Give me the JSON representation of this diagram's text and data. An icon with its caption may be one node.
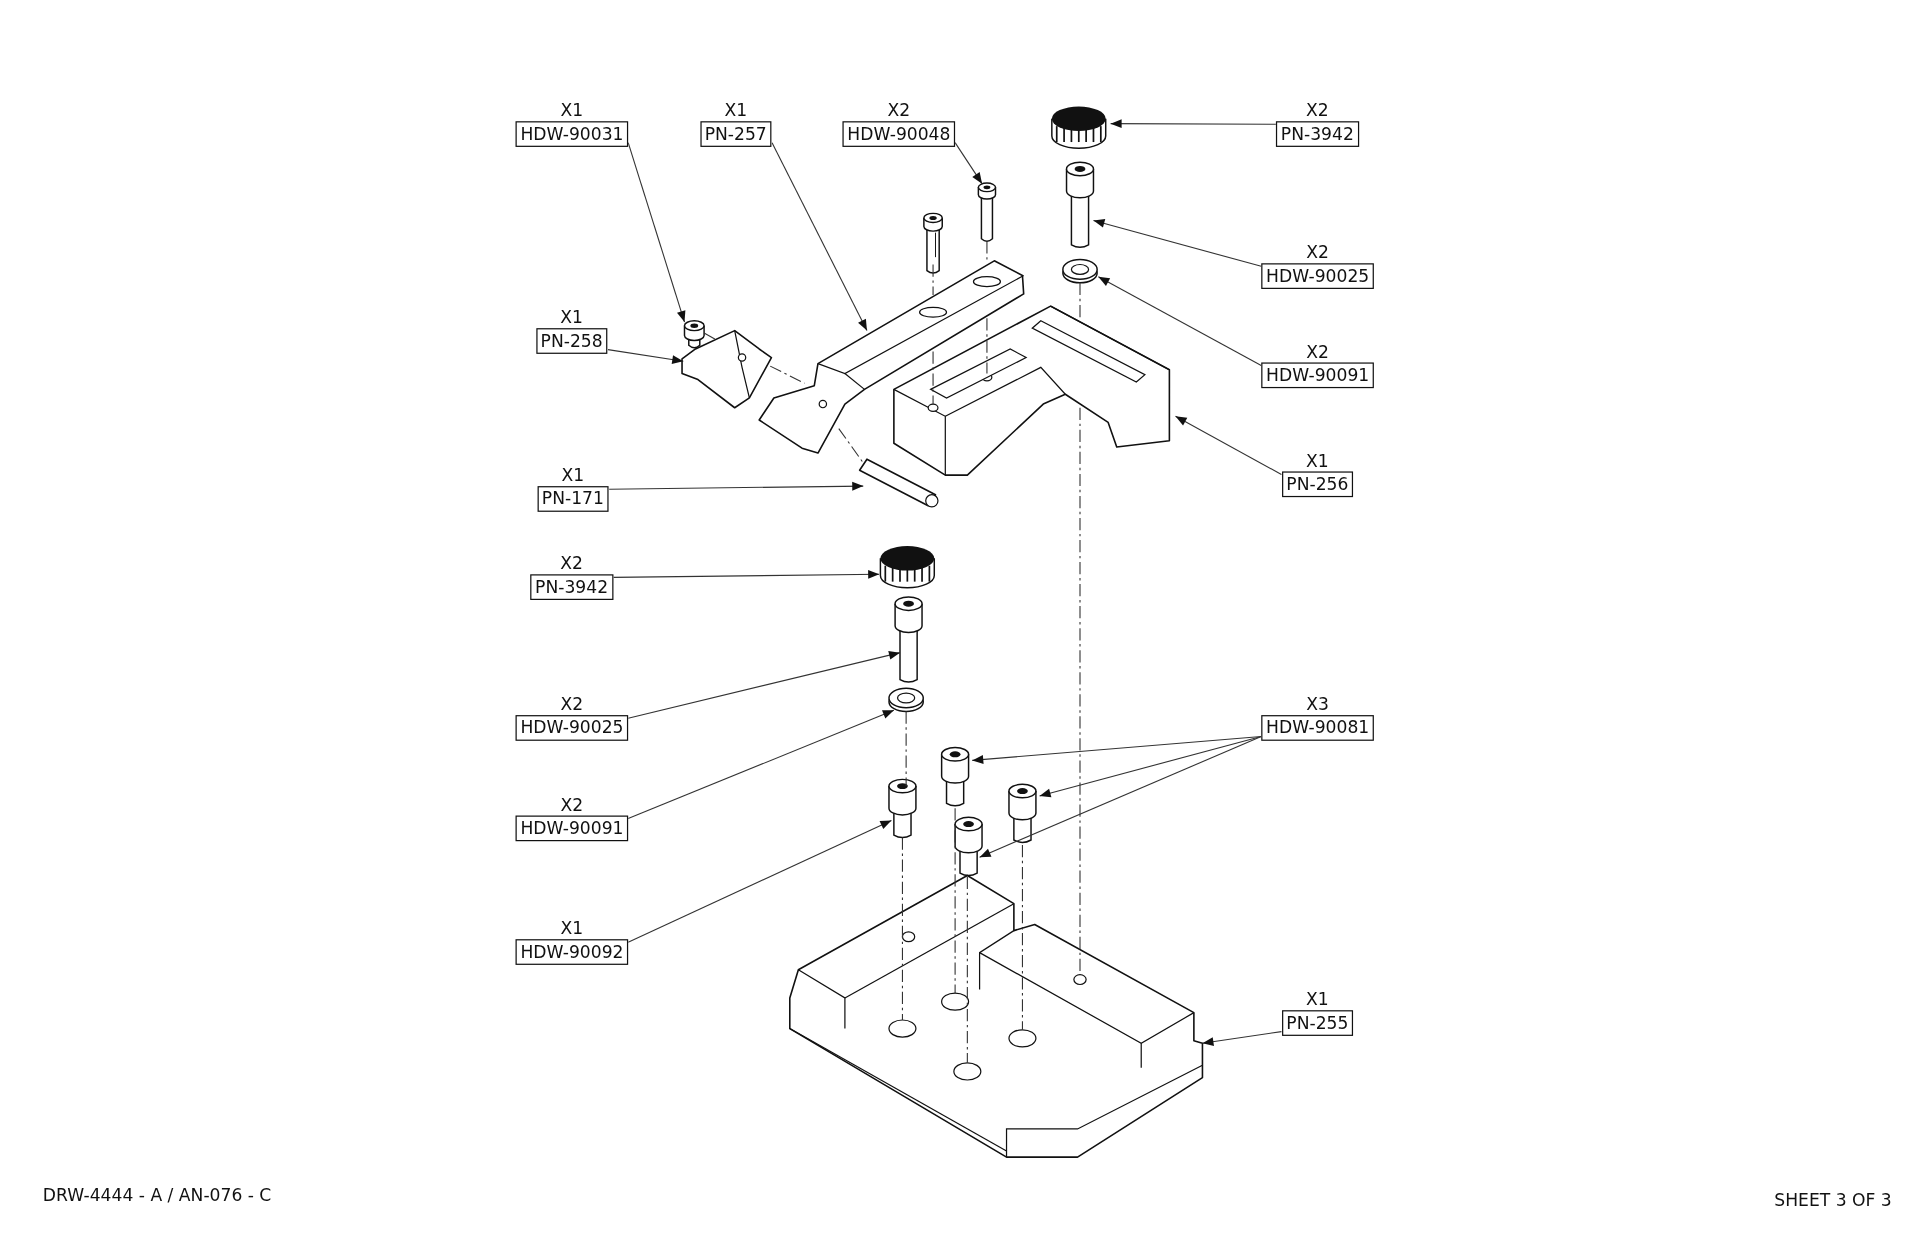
{
  "diagram": {
    "nodes": [
      {
        "text": [
          "X1",
          "HDW-90031"
        ]
      },
      {
        "text": [
          "X1",
          "PN-257"
        ]
      },
      {
        "text": [
          "X2",
          "HDW-90048"
        ]
      },
      {
        "text": [
          "X2",
          "PN-3942"
        ]
      },
      {
        "text": [
          "X2",
          "HDW-90025"
        ]
      },
      {
        "text": [
          "X2",
          "HDW-90091"
        ]
      },
      {
        "text": [
          "X1",
          "PN-258"
        ]
      },
      {
        "text": [
          "X1",
          "PN-256"
        ]
      },
      {
        "text": [
          "X1",
          "PN-171"
        ]
      },
      {
        "text": [
          "X2",
          "PN-3942"
        ]
      },
      {
        "text": [
          "X2",
          "HDW-90025"
        ]
      },
      {
        "text": [
          "X3",
          "HDW-90081"
        ]
      },
      {
        "text": [
          "X2",
          "HDW-90091"
        ]
      },
      {
        "text": [
          "X1",
          "HDW-90092"
        ]
      },
      {
        "text": [
          "X1",
          "PN-255"
        ]
      },
      {
        "text": [],
        "shape": "picture"
      },
      {
        "text": [],
        "shape": "picture"
      },
      {
        "text": [],
        "shape": "picture"
      },
      {
        "text": [],
        "shape": "picture"
      },
      {
        "text": [],
        "shape": "picture"
      },
      {
        "text": [],
        "shape": "picture"
      },
      {
        "text": [],
        "shape": "picture"
      },
      {
        "text": [],
        "shape": "picture"
      },
      {
        "text": [],
        "shape": "picture"
      },
      {
        "text": [],
        "shape": "picture"
      },
      {
        "text": [],
        "shape": "picture"
      },
      {
        "text": [],
        "shape": "picture"
      },
      {
        "text": [],
        "shape": "picture"
      },
      {
        "text": [],
        "shape": "picture"
      },
      {
        "text": [],
        "shape": "picture"
      },
      {
        "text": [],
        "shape": "picture"
      },
      {
        "text": [],
        "shape": "picture"
      },
      {
        "text": [],
        "shape": "picture"
      }
    ],
    "edges": [
      {
        "from": 0,
        "to": 15,
        "arrow": "to"
      },
      {
        "from": 1,
        "to": 16,
        "arrow": "to"
      },
      {
        "from": 2,
        "to": 17,
        "arrow": "to"
      },
      {
        "from": 3,
        "to": 18,
        "arrow": "to"
      },
      {
        "from": 4,
        "to": 19,
        "arrow": "to"
      },
      {
        "from": 5,
        "to": 20,
        "arrow": "to"
      },
      {
        "from": 6,
        "to": 21,
        "arrow": "to"
      },
      {
        "from": 7,
        "to": 22,
        "arrow": "to"
      },
      {
        "from": 8,
        "to": 23,
        "arrow": "to"
      },
      {
        "from": 9,
        "to": 24,
        "arrow": "to"
      },
      {
        "from": 10,
        "to": 25,
        "arrow": "to"
      },
      {
        "from": 11,
        "to": 27,
        "arrow": "to"
      },
      {
        "from": 11,
        "to": 28,
        "arrow": "to"
      },
      {
        "from": 11,
        "to": 29,
        "arrow": "to"
      },
      {
        "from": 12,
        "to": 26,
        "arrow": "to"
      },
      {
        "from": 13,
        "to": 30,
        "arrow": "to"
      },
      {
        "from": 14,
        "to": 31,
        "arrow": "to"
      },
      {
        "from": 15,
        "to": 21,
        "arrow": "none",
        "style": "dashed"
      },
      {
        "from": 21,
        "to": 16,
        "arrow": "none",
        "style": "dashed"
      },
      {
        "from": 16,
        "to": 23,
        "arrow": "none",
        "style": "dashed"
      },
      {
        "from": 17,
        "to": 16,
        "arrow": "none",
        "style": "dashed"
      },
      {
        "from": 16,
        "to": 22,
        "arrow": "none",
        "style": "dashed"
      },
      {
        "from": 32,
        "to": 16,
        "arrow": "none",
        "style": "dashed"
      },
      {
        "from": 16,
        "to": 22,
        "arrow": "none",
        "style": "dashed"
      },
      {
        "from": 20,
        "to": 22,
        "arrow": "none",
        "style": "dashed"
      },
      {
        "from": 22,
        "to": 31,
        "arrow": "none",
        "style": "dashed"
      },
      {
        "from": 26,
        "to": 30,
        "arrow": "none",
        "style": "dashed"
      },
      {
        "from": 30,
        "to": 31,
        "arrow": "none",
        "style": "dashed"
      },
      {
        "from": 27,
        "to": 31,
        "arrow": "none",
        "style": "dashed"
      },
      {
        "from": 28,
        "to": 31,
        "arrow": "none",
        "style": "dashed"
      },
      {
        "from": 29,
        "to": 31,
        "arrow": "none",
        "style": "dashed"
      }
    ],
    "labels": [
      "DRW-4444 - A / AN-076 - C",
      "SHEET 3 OF 3"
    ]
  }
}
